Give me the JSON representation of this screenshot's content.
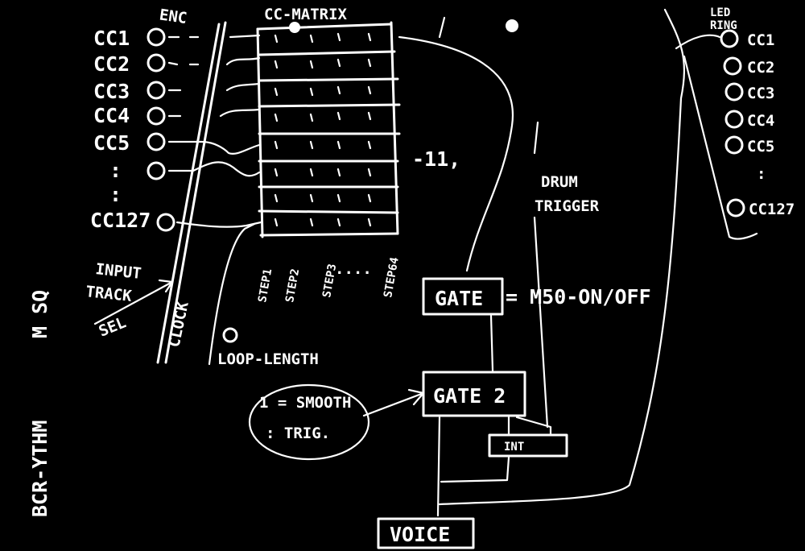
{
  "labels": {
    "enc": "ENC",
    "cc_matrix": "CC-MATRIX",
    "led_ring": [
      "LED",
      "RING"
    ],
    "drum_trigger": [
      "DRUM",
      "TRIGGER"
    ],
    "gate": "GATE",
    "gate_note": "= M50-ON/OFF",
    "gate2": "GATE 2",
    "int": "INT",
    "voice": "VOICE",
    "loop_length": "LOOP-LENGTH",
    "mode_line1": "1 = SMOOTH",
    "mode_line2": ": TRIG.",
    "input_track": [
      "INPUT",
      "TRACK"
    ],
    "sel": "SEL",
    "clock": "CLOCK",
    "side_msq": "M SQ",
    "side_bcr": "BCR-YTHM",
    "repeat_mark": "-11,"
  },
  "cc_left": [
    "CC1",
    "CC2",
    "CC3",
    "CC4",
    "CC5",
    ":",
    "CC127"
  ],
  "cc_right": [
    "CC1",
    "CC2",
    "CC3",
    "CC4",
    "CC5",
    ":",
    "CC127"
  ],
  "steps": [
    "STEP1",
    "STEP2",
    "STEP3",
    "....",
    "STEP64"
  ]
}
